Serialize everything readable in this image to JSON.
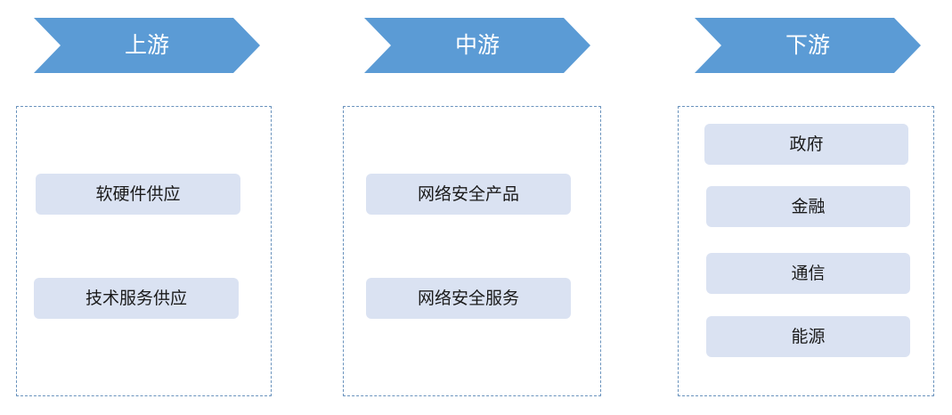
{
  "stages": [
    {
      "label": "上游",
      "items": [
        "软硬件供应",
        "技术服务供应"
      ]
    },
    {
      "label": "中游",
      "items": [
        "网络安全产品",
        "网络安全服务"
      ]
    },
    {
      "label": "下游",
      "items": [
        "政府",
        "金融",
        "通信",
        "能源"
      ]
    }
  ],
  "colors": {
    "chevron": "#5b9bd5",
    "item_fill": "#dae2f2",
    "panel_border": "#6a93bd"
  }
}
